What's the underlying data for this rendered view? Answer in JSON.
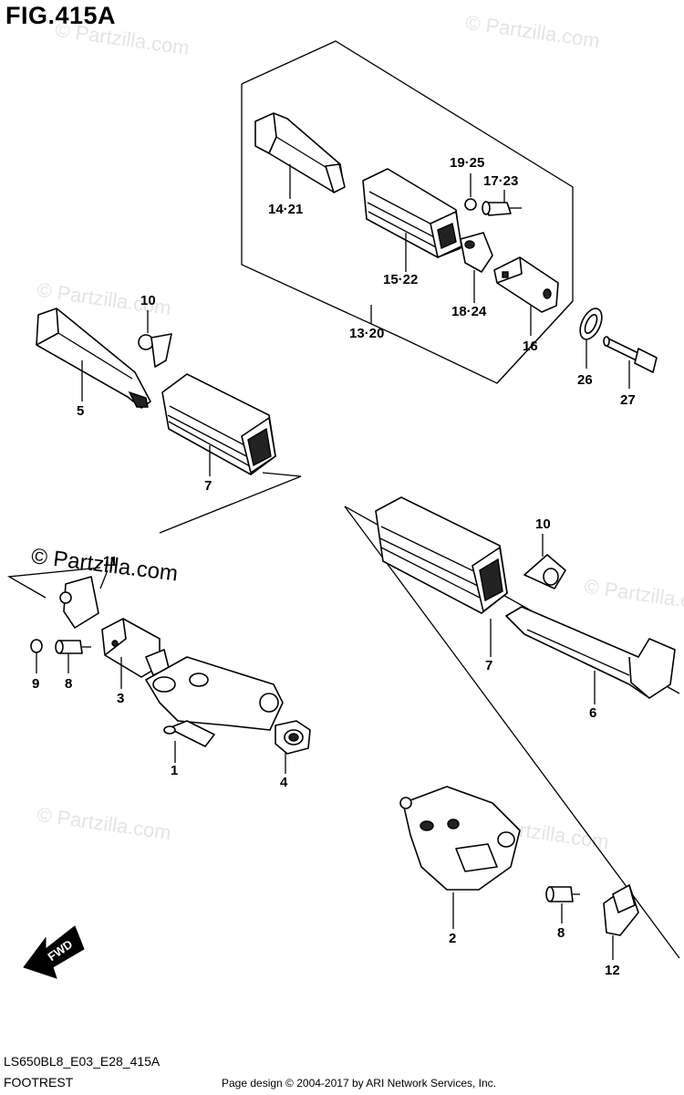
{
  "figure_title": "FIG.415A",
  "model_code": "LS650BL8_E03_E28_415A",
  "section_name": "FOOTREST",
  "copyright": "Page design © 2004-2017 by ARI Network Services, Inc.",
  "watermark_text": "© Partzilla.com",
  "fwd_label": "FWD",
  "callouts": {
    "c_14_21": "14·21",
    "c_19_25": "19·25",
    "c_17_23": "17·23",
    "c_15_22": "15·22",
    "c_18_24": "18·24",
    "c_13_20": "13·20",
    "c_16": "16",
    "c_26": "26",
    "c_27": "27",
    "c_10a": "10",
    "c_5": "5",
    "c_7a": "7",
    "c_10b": "10",
    "c_11": "11",
    "c_7b": "7",
    "c_9": "9",
    "c_8a": "8",
    "c_3": "3",
    "c_6": "6",
    "c_1": "1",
    "c_4": "4",
    "c_2": "2",
    "c_8b": "8",
    "c_12": "12"
  }
}
